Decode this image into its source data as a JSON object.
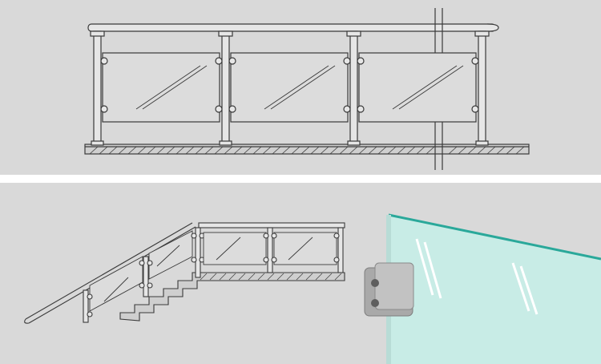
{
  "diagram": {
    "top_panel": {
      "caption": "",
      "post_count": 4,
      "glass_panel_count": 3
    },
    "bottom_panel": {
      "caption": "",
      "stair_rail_post_count": 3,
      "landing_post_count": 4
    },
    "colors": {
      "background": "#d9d9d9",
      "line": "#3a3a3a",
      "glass_tint": "#c8ece6",
      "glass_edge": "#2aa89a",
      "clamp_metal": "#a9a9a9"
    }
  }
}
